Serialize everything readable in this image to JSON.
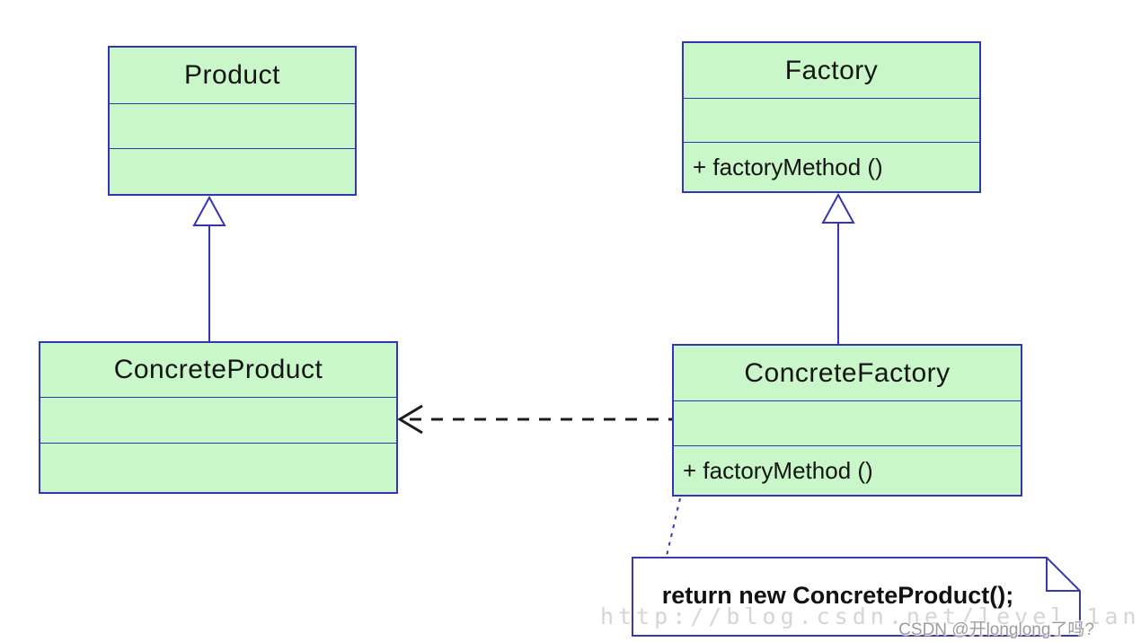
{
  "diagram": {
    "type": "uml-class-diagram",
    "pattern": "Factory Method",
    "classes": {
      "product": {
        "name": "Product",
        "attributes": "",
        "operations": ""
      },
      "factory": {
        "name": "Factory",
        "attributes": "",
        "operations": "+ factoryMethod ()"
      },
      "concrete_product": {
        "name": "ConcreteProduct",
        "attributes": "",
        "operations": ""
      },
      "concrete_factory": {
        "name": "ConcreteFactory",
        "attributes": "",
        "operations": "+ factoryMethod ()"
      }
    },
    "relationships": [
      {
        "type": "generalization",
        "from": "ConcreteProduct",
        "to": "Product",
        "line": "solid",
        "arrowhead": "hollow-triangle"
      },
      {
        "type": "generalization",
        "from": "ConcreteFactory",
        "to": "Factory",
        "line": "solid",
        "arrowhead": "hollow-triangle"
      },
      {
        "type": "dependency",
        "from": "ConcreteFactory",
        "to": "ConcreteProduct",
        "line": "dashed",
        "arrowhead": "open"
      },
      {
        "type": "note-anchor",
        "from": "ConcreteFactory",
        "to": "note",
        "line": "dotted",
        "arrowhead": "none"
      }
    ],
    "note": {
      "text": "return new ConcreteProduct();"
    },
    "watermark": {
      "url": "http://blog.csdn.net/level_1an",
      "credit": "CSDN @开longlong了吗?"
    },
    "colors": {
      "class_fill": "#c9f7c9",
      "class_border": "#3434b4",
      "generalization": "#3434b4",
      "dependency": "#1c1c1c",
      "note_border": "#3a3aa6",
      "note_fill": "#ffffff",
      "background": "#ffffff"
    }
  }
}
